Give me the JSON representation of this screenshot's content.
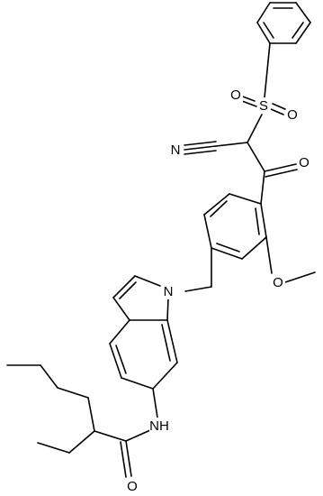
{
  "atoms": {
    "n_indole": "N",
    "o_methoxy": "O",
    "n_nitrile": "N",
    "o_ketone": "O",
    "s_sulfonyl": "S",
    "o_sulfonyl_1": "O",
    "o_sulfonyl_2": "O",
    "nh_amide": "NH",
    "o_amide": "O"
  }
}
